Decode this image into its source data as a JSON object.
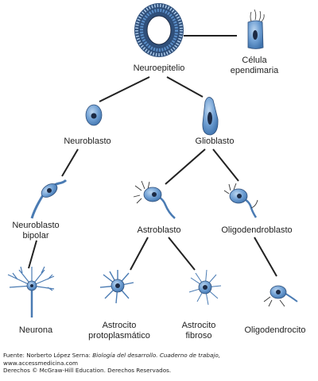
{
  "labels": {
    "neuroepitelio": "Neuroepitelio",
    "celula_ependimaria_1": "Célula",
    "celula_ependimaria_2": "ependimaria",
    "neuroblasto": "Neuroblasto",
    "glioblasto": "Glioblasto",
    "neuroblasto_bipolar_1": "Neuroblasto",
    "neuroblasto_bipolar_2": "bipolar",
    "astroblasto": "Astroblasto",
    "oligodendroblasto": "Oligodendroblasto",
    "neurona": "Neurona",
    "astrocito_proto_1": "Astrocito",
    "astrocito_proto_2": "protoplasmático",
    "astrocito_fibroso_1": "Astrocito",
    "astrocito_fibroso_2": "fibroso",
    "oligodendrocito": "Oligodendrocito"
  },
  "caption": {
    "line1_prefix": "Fuente: Norberto López Serna: ",
    "line1_italic": "Biología del desarrollo. Cuaderno de trabajo,",
    "line2": "www.accessmedicina.com",
    "line3": "Derechos © McGraw-Hill Education. Derechos Reservados."
  },
  "colors": {
    "cell_fill": "#5b8fc9",
    "cell_light": "#a9c8e8",
    "nucleus": "#1c2a44",
    "line": "#222222"
  }
}
